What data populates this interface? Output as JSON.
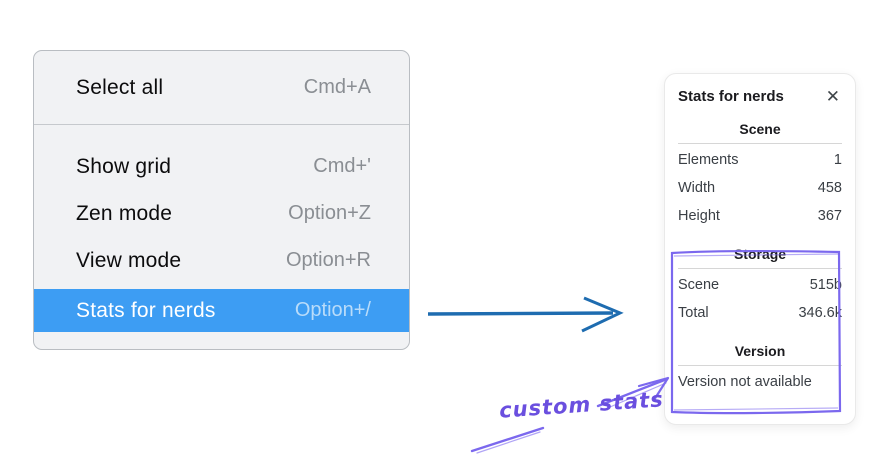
{
  "colors": {
    "highlight": "#3d9df3",
    "arrow-blue": "#1e6cb0",
    "purple": "#7b68ee",
    "purple-text": "#6a4fdf"
  },
  "menu": {
    "items": [
      {
        "label": "Select all",
        "shortcut": "Cmd+A",
        "highlighted": false
      },
      {
        "label": "Show grid",
        "shortcut": "Cmd+'",
        "highlighted": false
      },
      {
        "label": "Zen mode",
        "shortcut": "Option+Z",
        "highlighted": false
      },
      {
        "label": "View mode",
        "shortcut": "Option+R",
        "highlighted": false
      },
      {
        "label": "Stats for nerds",
        "shortcut": "Option+/",
        "highlighted": true
      }
    ]
  },
  "stats_panel": {
    "title": "Stats for nerds",
    "close_icon": "✕",
    "sections": [
      {
        "header": "Scene",
        "rows": [
          [
            "Elements",
            "1"
          ],
          [
            "Width",
            "458"
          ],
          [
            "Height",
            "367"
          ]
        ]
      },
      {
        "header": "Storage",
        "rows": [
          [
            "Scene",
            "515b"
          ],
          [
            "Total",
            "346.6k"
          ]
        ]
      },
      {
        "header": "Version",
        "rows": [],
        "note": "Version not available"
      }
    ]
  },
  "annotations": {
    "custom_stats_label": "custom stats"
  }
}
